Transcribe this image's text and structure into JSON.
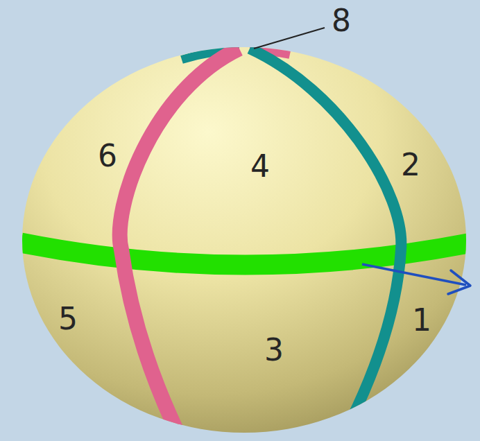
{
  "diagram": {
    "labels": [
      "8",
      "6",
      "4",
      "2",
      "5",
      "3",
      "1"
    ]
  }
}
